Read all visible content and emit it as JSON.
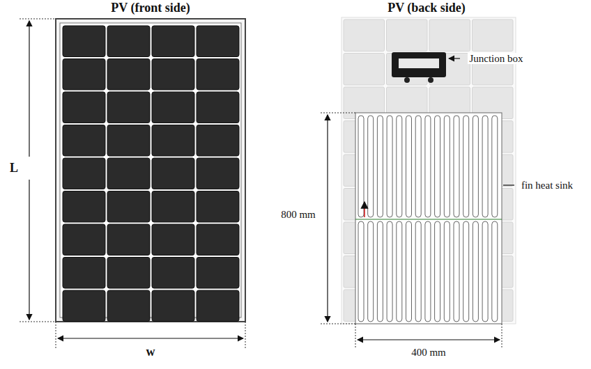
{
  "diagram": {
    "labels": [
      "PV (front side)",
      "L",
      "w",
      "PV (back side)",
      "Junction box",
      "fin heat sink",
      "800 mm",
      "400 mm"
    ]
  }
}
